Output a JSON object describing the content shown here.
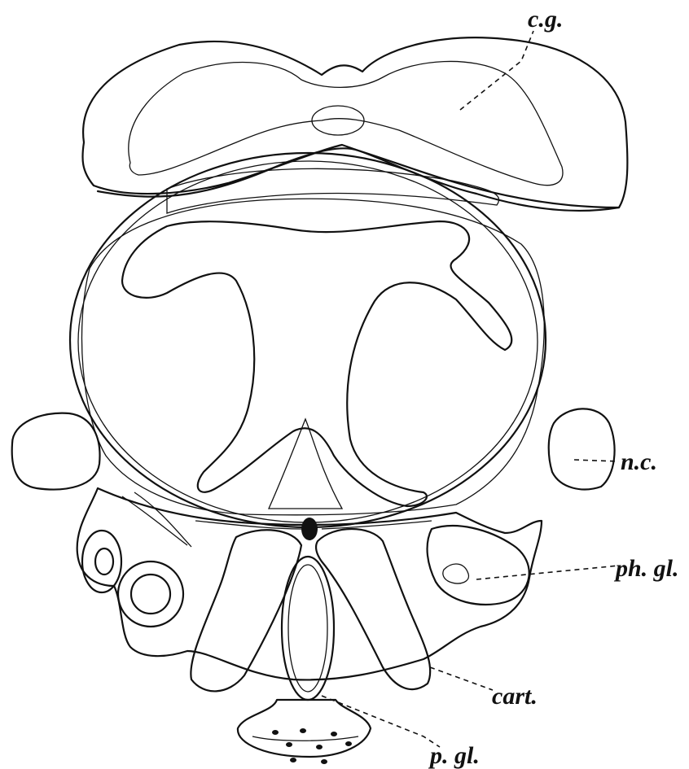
{
  "figure": {
    "labels": {
      "cg": "c.g.",
      "nc": "n.c.",
      "phgl": "ph. gl.",
      "cart": "cart.",
      "pgl": "p. gl."
    },
    "colors": {
      "ink": "#111111",
      "paper": "#ffffff"
    }
  }
}
